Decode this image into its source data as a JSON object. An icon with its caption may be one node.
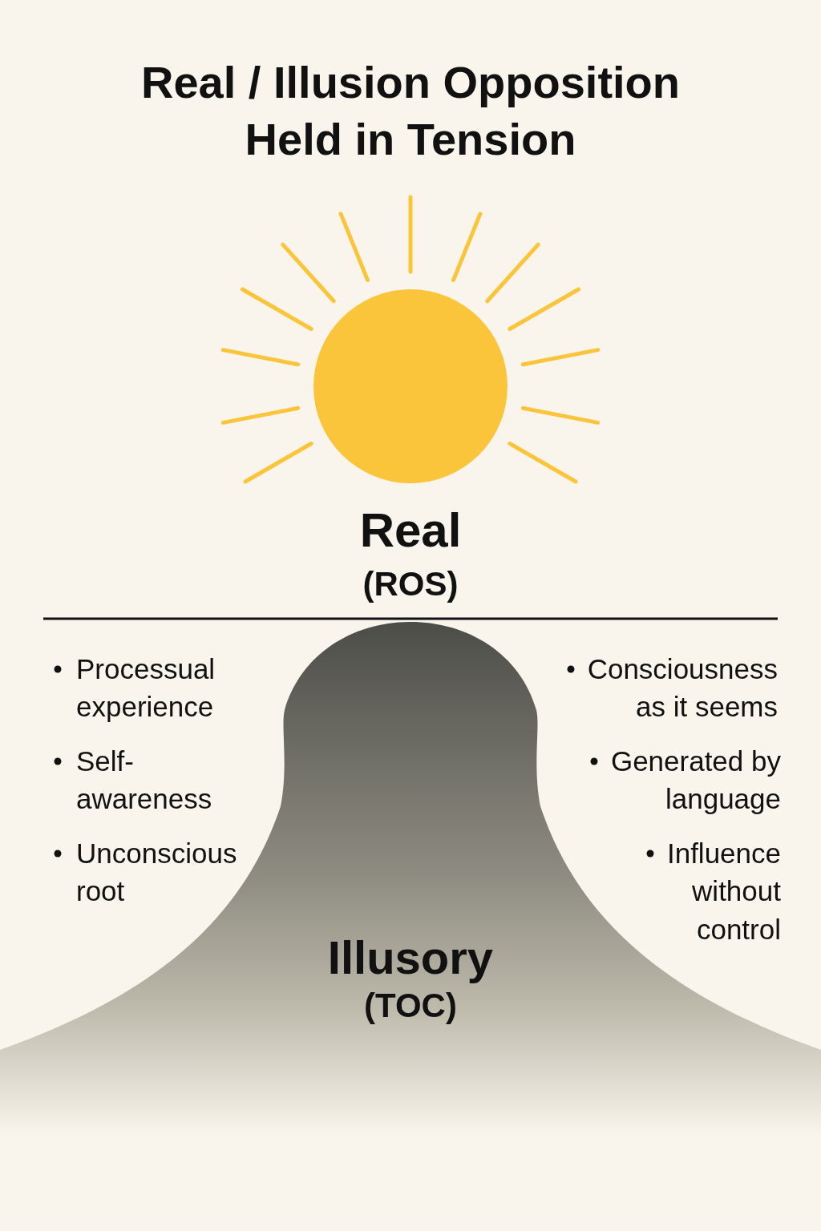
{
  "diagram": {
    "title": "Real / Illusion Opposition Held in Tension",
    "nodes": [
      {
        "text": [
          "Illusory",
          "(TOC)"
        ]
      }
    ],
    "labels": [
      "Real",
      "(ROS)",
      "Processual experience",
      "Consciousness as it seems",
      "Self-awareness",
      "Generated by language",
      "Unconscious root",
      "Influence without control"
    ]
  }
}
